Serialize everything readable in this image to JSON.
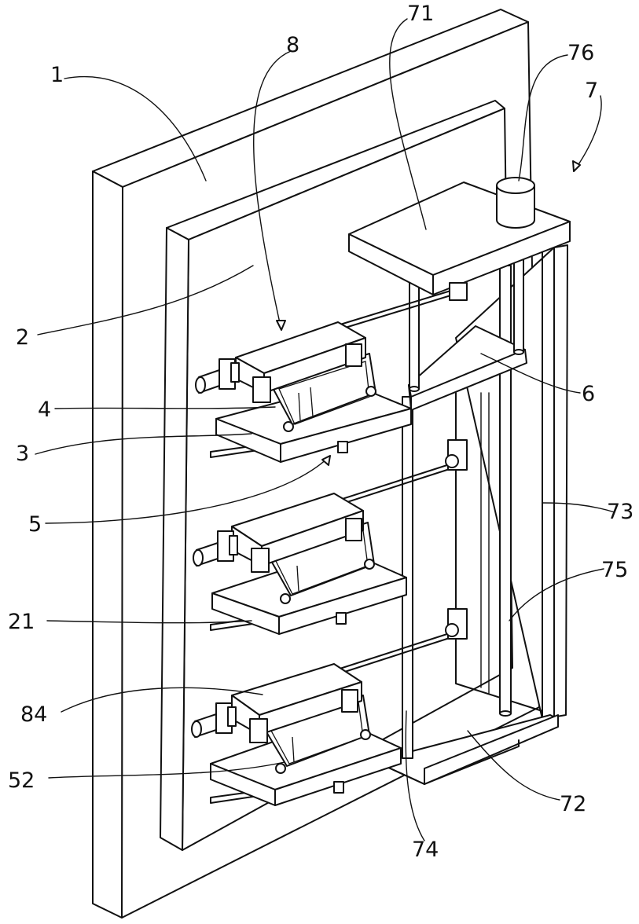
{
  "labels": {
    "l1": "1",
    "l2": "2",
    "l3": "3",
    "l4": "4",
    "l5": "5",
    "l6": "6",
    "l7": "7",
    "l8": "8",
    "l21": "21",
    "l52": "52",
    "l71": "71",
    "l72": "72",
    "l73": "73",
    "l74": "74",
    "l75": "75",
    "l76": "76",
    "l84": "84"
  }
}
